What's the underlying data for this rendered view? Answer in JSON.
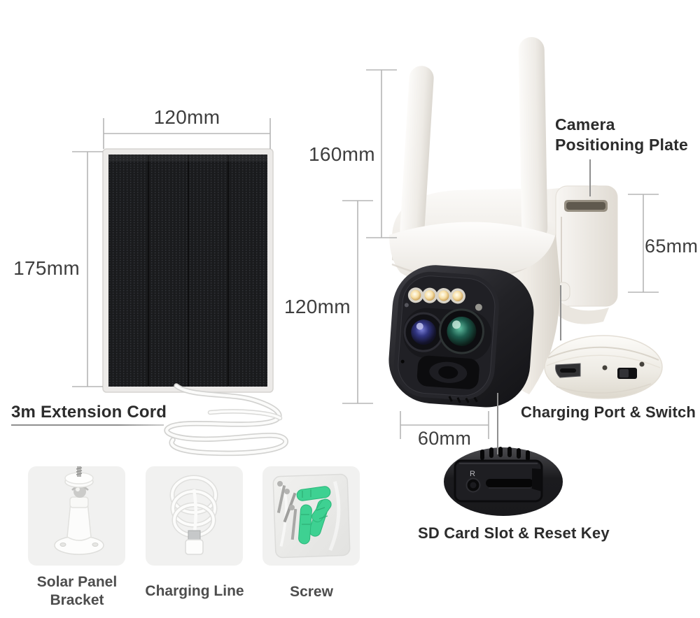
{
  "dimensions": {
    "solar_panel_width": "120mm",
    "solar_panel_height": "175mm",
    "camera_total_height": "160mm",
    "camera_body_height": "120mm",
    "positioning_plate_height": "65mm",
    "camera_head_width": "60mm"
  },
  "callouts": {
    "extension_cord": "3m Extension Cord",
    "positioning_plate": "Camera Positioning Plate",
    "charging_port": "Charging Port & Switch",
    "sd_card": "SD Card Slot & Reset Key",
    "reset_letter": "R"
  },
  "accessories": [
    {
      "name": "Solar Panel Bracket"
    },
    {
      "name": "Charging Line"
    },
    {
      "name": "Screw"
    }
  ],
  "colors": {
    "dimension_line": "#b5b5b5",
    "pointer_line": "#8f8f8f",
    "dimension_text": "#3e3e3e",
    "callout_text": "#2c2c2c",
    "accessory_text": "#4d4d4d",
    "panel_black": "#1a1b1d",
    "device_white": "#f4f2ee",
    "anchor_green": "#3ed192",
    "thumbnail_bg": "#f1f1f0"
  }
}
